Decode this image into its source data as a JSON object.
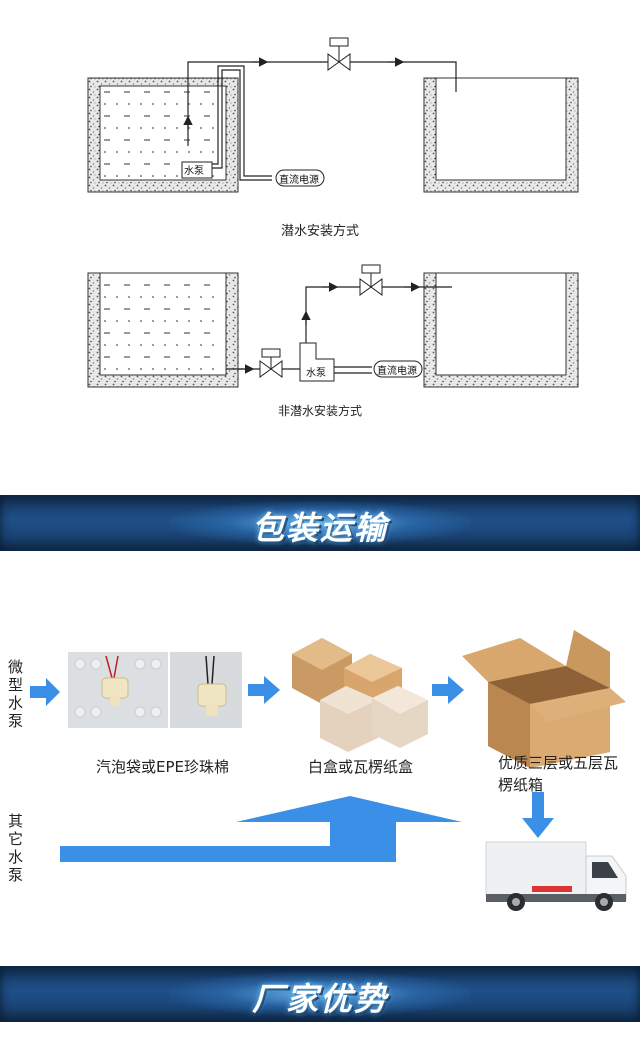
{
  "diagram_top": {
    "caption": "潜水安装方式",
    "pump_label": "水泵",
    "power_label": "直流电源"
  },
  "diagram_bottom": {
    "caption": "非潜水安装方式",
    "pump_label": "水泵",
    "power_label": "直流电源"
  },
  "banner_packaging": {
    "title": "包装运输"
  },
  "packaging": {
    "left_label_micro": "微型水泵",
    "left_label_other": "其它水泵",
    "step1_label": "汽泡袋或EPE珍珠棉",
    "step2_label": "白盒或瓦楞纸盒",
    "step3_label": "优质三层或五层瓦楞纸箱"
  },
  "banner_advantage": {
    "title": "厂家优势"
  },
  "colors": {
    "arrow": "#3a8fe6",
    "banner": "#1f4f87"
  }
}
